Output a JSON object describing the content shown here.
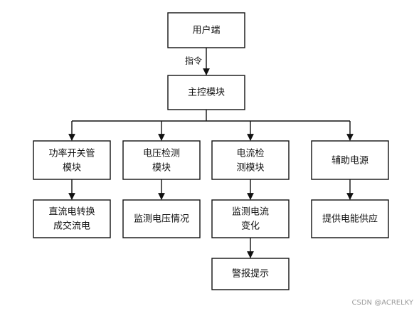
{
  "nodes": {
    "user": {
      "lines": [
        "用户端"
      ]
    },
    "controller": {
      "lines": [
        "主控模块"
      ]
    },
    "power_switch": {
      "lines": [
        "功率开关管",
        "模块"
      ]
    },
    "voltage_detect": {
      "lines": [
        "电压检测",
        "模块"
      ]
    },
    "current_detect": {
      "lines": [
        "电流检",
        "测模块"
      ]
    },
    "aux_power": {
      "lines": [
        "辅助电源"
      ]
    },
    "dc_ac": {
      "lines": [
        "直流电转换",
        "成交流电"
      ]
    },
    "voltage_monitor": {
      "lines": [
        "监测电压情况"
      ]
    },
    "current_monitor": {
      "lines": [
        "监测电流",
        "变化"
      ]
    },
    "supply": {
      "lines": [
        "提供电能供应"
      ]
    },
    "alarm": {
      "lines": [
        "警报提示"
      ]
    }
  },
  "edges": {
    "user_to_controller": {
      "label": "指令"
    }
  },
  "watermark": "CSDN @ACRELKY"
}
